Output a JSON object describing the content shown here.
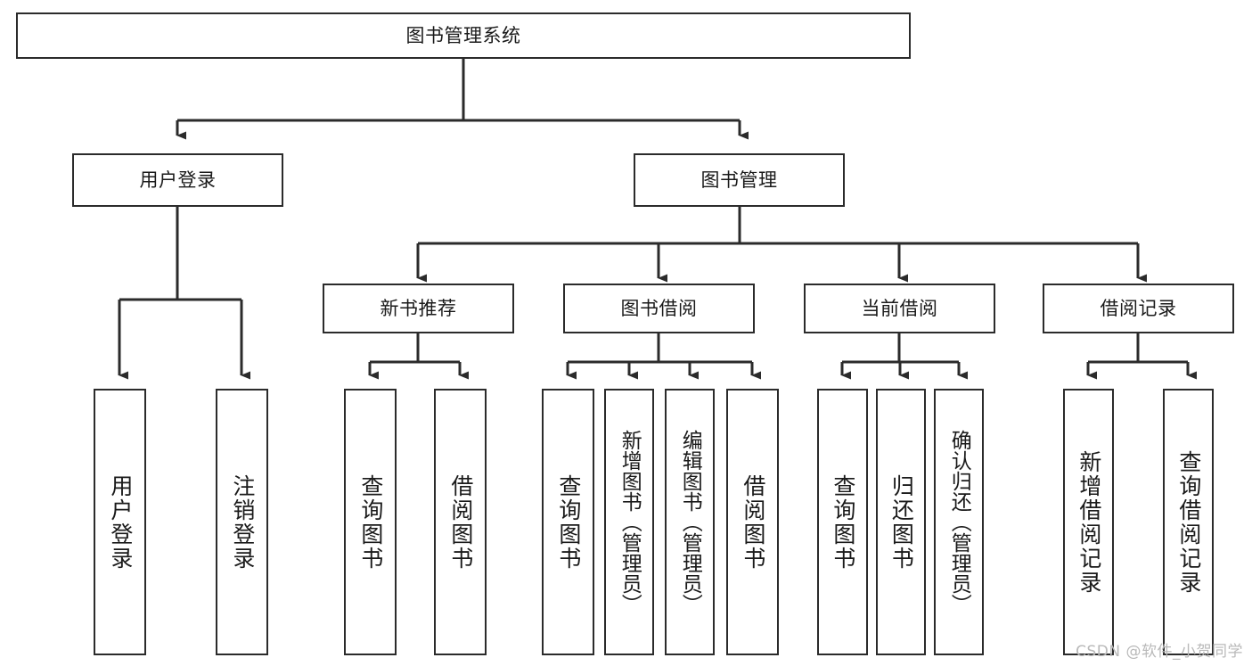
{
  "diagram": {
    "type": "hierarchy-tree",
    "title": "图书管理系统",
    "watermark": "CSDN @软件_小贺同学",
    "colors": {
      "stroke": "#2b2b2b",
      "fill": "#ffffff",
      "text": "#1a1a1a",
      "watermark": "#b9b9b9"
    },
    "nodes": {
      "root": {
        "label": "图书管理系统",
        "level": 0
      },
      "user_login": {
        "label": "用户登录",
        "level": 1
      },
      "book_manage": {
        "label": "图书管理",
        "level": 1
      },
      "new_book_rec": {
        "label": "新书推荐",
        "level": 2
      },
      "book_borrow": {
        "label": "图书借阅",
        "level": 2
      },
      "current_borrow": {
        "label": "当前借阅",
        "level": 2
      },
      "borrow_record": {
        "label": "借阅记录",
        "level": 2
      },
      "leaf_user_login": {
        "label": "用户登录",
        "level": 3
      },
      "leaf_logout": {
        "label": "注销登录",
        "level": 3
      },
      "leaf_query_book_a": {
        "label": "查询图书",
        "level": 3
      },
      "leaf_borrow_book_a": {
        "label": "借阅图书",
        "level": 3
      },
      "leaf_query_book_b": {
        "label": "查询图书",
        "level": 3
      },
      "leaf_add_book": {
        "label": "新增图书（管理员）",
        "level": 3
      },
      "leaf_edit_book": {
        "label": "编辑图书（管理员）",
        "level": 3
      },
      "leaf_borrow_book_b": {
        "label": "借阅图书",
        "level": 3
      },
      "leaf_query_book_c": {
        "label": "查询图书",
        "level": 3
      },
      "leaf_return_book": {
        "label": "归还图书",
        "level": 3
      },
      "leaf_confirm_return": {
        "label": "确认归还（管理员）",
        "level": 3
      },
      "leaf_add_record": {
        "label": "新增借阅记录",
        "level": 3
      },
      "leaf_query_record": {
        "label": "查询借阅记录",
        "level": 3
      }
    },
    "edges": [
      {
        "from": "root",
        "to": "user_login"
      },
      {
        "from": "root",
        "to": "book_manage"
      },
      {
        "from": "user_login",
        "to": "leaf_user_login"
      },
      {
        "from": "user_login",
        "to": "leaf_logout"
      },
      {
        "from": "book_manage",
        "to": "new_book_rec"
      },
      {
        "from": "book_manage",
        "to": "book_borrow"
      },
      {
        "from": "book_manage",
        "to": "current_borrow"
      },
      {
        "from": "book_manage",
        "to": "borrow_record"
      },
      {
        "from": "new_book_rec",
        "to": "leaf_query_book_a"
      },
      {
        "from": "new_book_rec",
        "to": "leaf_borrow_book_a"
      },
      {
        "from": "book_borrow",
        "to": "leaf_query_book_b"
      },
      {
        "from": "book_borrow",
        "to": "leaf_add_book"
      },
      {
        "from": "book_borrow",
        "to": "leaf_edit_book"
      },
      {
        "from": "book_borrow",
        "to": "leaf_borrow_book_b"
      },
      {
        "from": "current_borrow",
        "to": "leaf_query_book_c"
      },
      {
        "from": "current_borrow",
        "to": "leaf_return_book"
      },
      {
        "from": "current_borrow",
        "to": "leaf_confirm_return"
      },
      {
        "from": "borrow_record",
        "to": "leaf_add_record"
      },
      {
        "from": "borrow_record",
        "to": "leaf_query_record"
      }
    ]
  }
}
